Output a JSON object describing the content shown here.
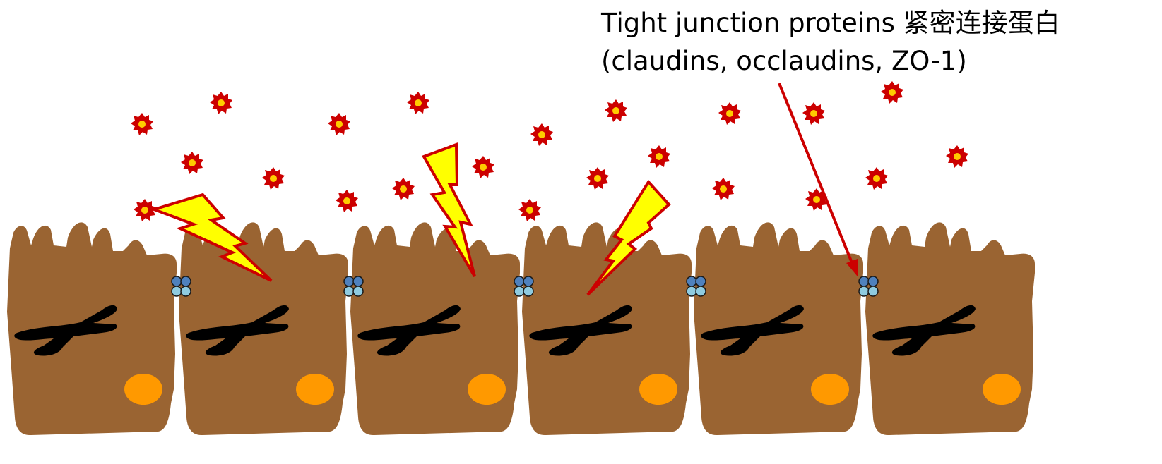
{
  "annotation": {
    "line1": "Tight junction proteins 紧密连接蛋白",
    "line2": "(claudins, occlaudins, ZO-1)"
  },
  "colors": {
    "cell_body": "#9a6432",
    "nucleus": "#000000",
    "organelle": "#ff9900",
    "tj_protein_dark": "#4f81bd",
    "tj_protein_light": "#8fcbe0",
    "particle_red": "#cc0000",
    "particle_core": "#ffcc00",
    "lightning_fill": "#ffff00",
    "lightning_stroke": "#cc0000",
    "arrow": "#cc0000"
  },
  "icons": {
    "cell": "epithelial-cell",
    "particle": "toxin-particle-icon",
    "bolt": "lightning-bolt-icon",
    "junction": "tight-junction-protein-icon"
  }
}
